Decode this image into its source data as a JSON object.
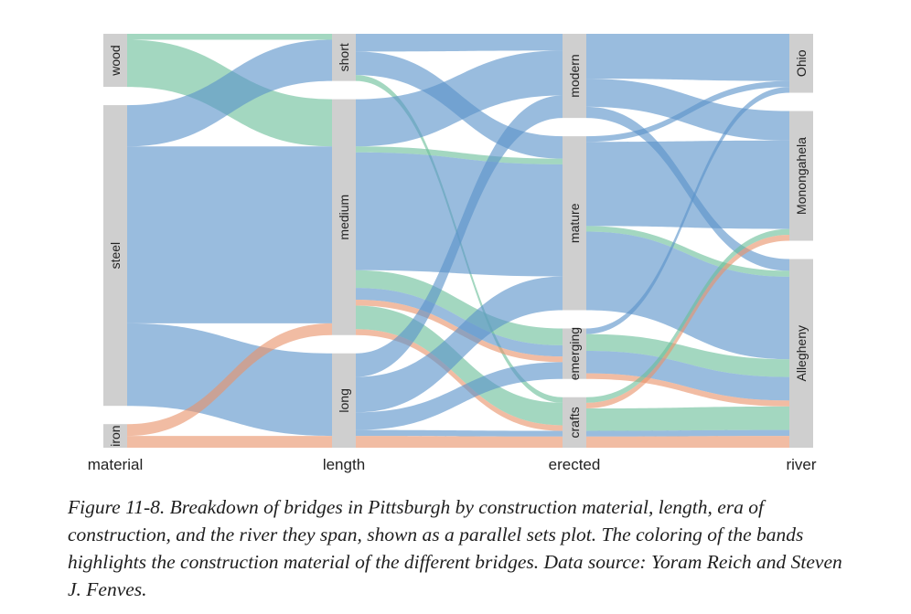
{
  "chart_data": {
    "type": "parallel_sets",
    "axes": [
      "material",
      "length",
      "erected",
      "river"
    ],
    "categories": {
      "material": [
        "wood",
        "steel",
        "iron"
      ],
      "length": [
        "short",
        "medium",
        "long"
      ],
      "erected": [
        "modern",
        "mature",
        "emerging",
        "crafts"
      ],
      "river": [
        "Ohio",
        "Monongahela",
        "Allegheny"
      ]
    },
    "color_dimension": "material",
    "colors": {
      "wood": "#6bbf9a",
      "steel": "#5b93c9",
      "iron": "#e8936a"
    },
    "flows": [
      {
        "material": "wood",
        "length": "short",
        "erected": "crafts",
        "river": "Allegheny",
        "value": 1
      },
      {
        "material": "wood",
        "length": "medium",
        "erected": "emerging",
        "river": "Allegheny",
        "value": 3
      },
      {
        "material": "wood",
        "length": "medium",
        "erected": "crafts",
        "river": "Allegheny",
        "value": 3
      },
      {
        "material": "wood",
        "length": "medium",
        "erected": "crafts",
        "river": "Monongahela",
        "value": 1
      },
      {
        "material": "wood",
        "length": "medium",
        "erected": "mature",
        "river": "Allegheny",
        "value": 1
      },
      {
        "material": "steel",
        "length": "short",
        "erected": "modern",
        "river": "Ohio",
        "value": 2
      },
      {
        "material": "steel",
        "length": "short",
        "erected": "modern",
        "river": "Monongahela",
        "value": 1
      },
      {
        "material": "steel",
        "length": "short",
        "erected": "mature",
        "river": "Monongahela",
        "value": 2
      },
      {
        "material": "steel",
        "length": "short",
        "erected": "mature",
        "river": "Allegheny",
        "value": 2
      },
      {
        "material": "steel",
        "length": "medium",
        "erected": "modern",
        "river": "Ohio",
        "value": 4
      },
      {
        "material": "steel",
        "length": "medium",
        "erected": "modern",
        "river": "Monongahela",
        "value": 4
      },
      {
        "material": "steel",
        "length": "medium",
        "erected": "mature",
        "river": "Monongahela",
        "value": 10
      },
      {
        "material": "steel",
        "length": "medium",
        "erected": "mature",
        "river": "Allegheny",
        "value": 9
      },
      {
        "material": "steel",
        "length": "medium",
        "erected": "emerging",
        "river": "Allegheny",
        "value": 2
      },
      {
        "material": "steel",
        "length": "medium",
        "erected": "mature",
        "river": "Ohio",
        "value": 1
      },
      {
        "material": "steel",
        "length": "long",
        "erected": "modern",
        "river": "Ohio",
        "value": 2
      },
      {
        "material": "steel",
        "length": "long",
        "erected": "modern",
        "river": "Allegheny",
        "value": 2
      },
      {
        "material": "steel",
        "length": "long",
        "erected": "mature",
        "river": "Monongahela",
        "value": 3
      },
      {
        "material": "steel",
        "length": "long",
        "erected": "mature",
        "river": "Allegheny",
        "value": 3
      },
      {
        "material": "steel",
        "length": "long",
        "erected": "emerging",
        "river": "Ohio",
        "value": 1
      },
      {
        "material": "steel",
        "length": "long",
        "erected": "emerging",
        "river": "Allegheny",
        "value": 2
      },
      {
        "material": "steel",
        "length": "long",
        "erected": "crafts",
        "river": "Allegheny",
        "value": 1
      },
      {
        "material": "iron",
        "length": "medium",
        "erected": "emerging",
        "river": "Allegheny",
        "value": 1
      },
      {
        "material": "iron",
        "length": "medium",
        "erected": "crafts",
        "river": "Monongahela",
        "value": 1
      },
      {
        "material": "iron",
        "length": "long",
        "erected": "crafts",
        "river": "Allegheny",
        "value": 2
      }
    ]
  },
  "caption": "Figure 11-8. Breakdown of bridges in Pittsburgh by construction material, length, era of construction, and the river they span, shown as a parallel sets plot. The coloring of the bands highlights the construction material of the different bridges. Data source: Yoram Reich and Steven J. Fenves."
}
